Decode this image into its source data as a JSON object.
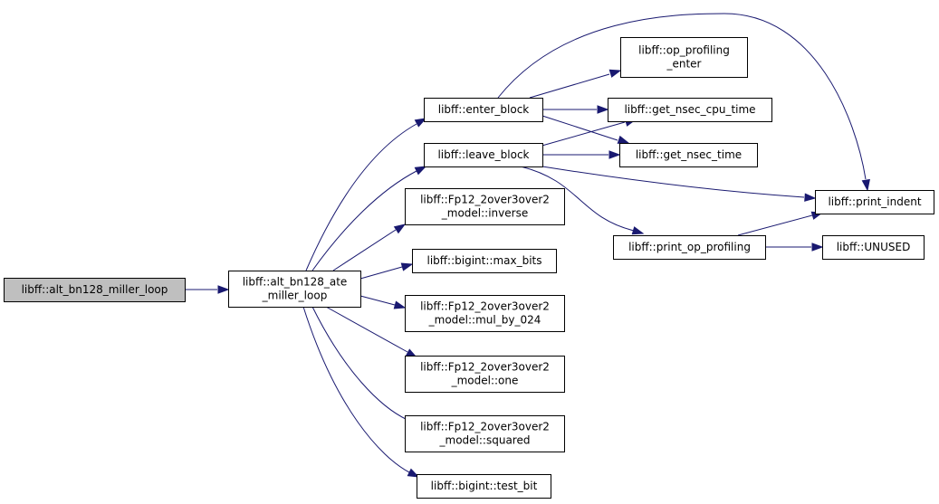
{
  "graph": {
    "colors": {
      "edge": "#191970",
      "root_fill": "#bfbfbf",
      "node_fill": "#ffffff",
      "node_stroke": "#000000"
    },
    "nodes": {
      "alt_bn128_miller_loop": {
        "lines": [
          "libff::alt_bn128_miller_loop"
        ]
      },
      "alt_bn128_ate_miller_loop": {
        "lines": [
          "libff::alt_bn128_ate",
          "_miller_loop"
        ]
      },
      "enter_block": {
        "lines": [
          "libff::enter_block"
        ]
      },
      "leave_block": {
        "lines": [
          "libff::leave_block"
        ]
      },
      "fp12_inverse": {
        "lines": [
          "libff::Fp12_2over3over2",
          "_model::inverse"
        ]
      },
      "bigint_max_bits": {
        "lines": [
          "libff::bigint::max_bits"
        ]
      },
      "fp12_mul_by_024": {
        "lines": [
          "libff::Fp12_2over3over2",
          "_model::mul_by_024"
        ]
      },
      "fp12_one": {
        "lines": [
          "libff::Fp12_2over3over2",
          "_model::one"
        ]
      },
      "fp12_squared": {
        "lines": [
          "libff::Fp12_2over3over2",
          "_model::squared"
        ]
      },
      "bigint_test_bit": {
        "lines": [
          "libff::bigint::test_bit"
        ]
      },
      "op_profiling_enter": {
        "lines": [
          "libff::op_profiling",
          "_enter"
        ]
      },
      "get_nsec_cpu_time": {
        "lines": [
          "libff::get_nsec_cpu_time"
        ]
      },
      "get_nsec_time": {
        "lines": [
          "libff::get_nsec_time"
        ]
      },
      "print_op_profiling": {
        "lines": [
          "libff::print_op_profiling"
        ]
      },
      "print_indent": {
        "lines": [
          "libff::print_indent"
        ]
      },
      "unused": {
        "lines": [
          "libff::UNUSED"
        ]
      }
    },
    "edges": [
      [
        "alt_bn128_miller_loop",
        "alt_bn128_ate_miller_loop"
      ],
      [
        "alt_bn128_ate_miller_loop",
        "enter_block"
      ],
      [
        "alt_bn128_ate_miller_loop",
        "leave_block"
      ],
      [
        "alt_bn128_ate_miller_loop",
        "fp12_inverse"
      ],
      [
        "alt_bn128_ate_miller_loop",
        "bigint_max_bits"
      ],
      [
        "alt_bn128_ate_miller_loop",
        "fp12_mul_by_024"
      ],
      [
        "alt_bn128_ate_miller_loop",
        "fp12_one"
      ],
      [
        "alt_bn128_ate_miller_loop",
        "fp12_squared"
      ],
      [
        "alt_bn128_ate_miller_loop",
        "bigint_test_bit"
      ],
      [
        "enter_block",
        "op_profiling_enter"
      ],
      [
        "enter_block",
        "get_nsec_cpu_time"
      ],
      [
        "enter_block",
        "get_nsec_time"
      ],
      [
        "enter_block",
        "print_indent"
      ],
      [
        "leave_block",
        "get_nsec_cpu_time"
      ],
      [
        "leave_block",
        "get_nsec_time"
      ],
      [
        "leave_block",
        "print_indent"
      ],
      [
        "leave_block",
        "print_op_profiling"
      ],
      [
        "print_op_profiling",
        "print_indent"
      ],
      [
        "print_op_profiling",
        "unused"
      ]
    ]
  }
}
